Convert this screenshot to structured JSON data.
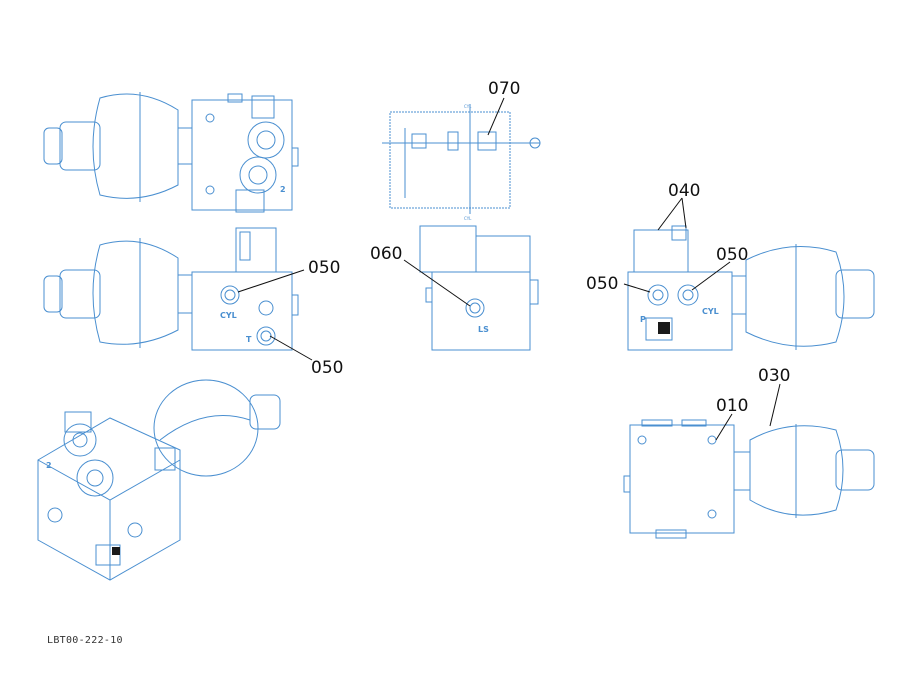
{
  "callouts": {
    "c070": "070",
    "c040": "040",
    "c050_front_top": "050",
    "c050_front_bottom": "050",
    "c060": "060",
    "c050_right_left": "050",
    "c050_right_right": "050",
    "c030": "030",
    "c010": "010"
  },
  "port_labels": {
    "front_cyl": "CYL",
    "front_t": "T",
    "mid_ls": "LS",
    "right_p": "P",
    "right_cyl": "CYL",
    "top_2": "2",
    "iso_2": "2"
  },
  "schematic": {
    "cyl_top": "CYL",
    "cyl_bottom": "CYL"
  },
  "document_number": "LBT00-222-10",
  "colors": {
    "line": "#4a8fd0",
    "text": "#111111"
  }
}
